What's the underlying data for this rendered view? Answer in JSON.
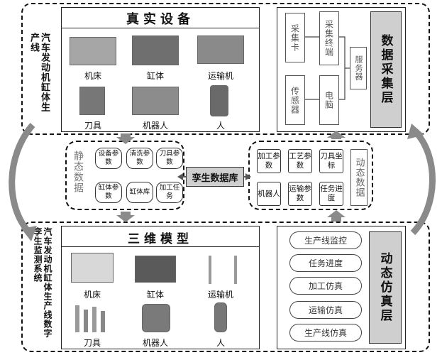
{
  "top": {
    "side_label": "汽车发动机缸体生产线",
    "title": "真实设备",
    "items": [
      "机床",
      "缸体",
      "运输机",
      "刀具",
      "机器人",
      "人"
    ]
  },
  "collection": {
    "title": "数据采集层",
    "card": "采集卡",
    "terminal": "采集终端",
    "sensor": "传感器",
    "computer": "电脑",
    "server": "服务器"
  },
  "static_data": {
    "title": "静态数据",
    "items": [
      "设备参数",
      "清洗参数",
      "刀具参数",
      "缸体参数",
      "缸体库",
      "加工任务"
    ]
  },
  "database": {
    "label": "孪生数据库"
  },
  "dynamic_data": {
    "title": "动态数据",
    "items": [
      "加工参数",
      "工艺参数",
      "刀具坐标",
      "机器人",
      "运输参数",
      "任务进度"
    ]
  },
  "bottom": {
    "side_label": "汽车发动机缸体生产线数字孪生监测系统",
    "title": "三维模型",
    "items": [
      "机床",
      "缸体",
      "运输机",
      "刀具",
      "机器人",
      "人"
    ]
  },
  "simulation": {
    "title": "动态仿真层",
    "items": [
      "生产线监控",
      "任务进度",
      "加工仿真",
      "运输仿真",
      "生产线仿真"
    ]
  }
}
